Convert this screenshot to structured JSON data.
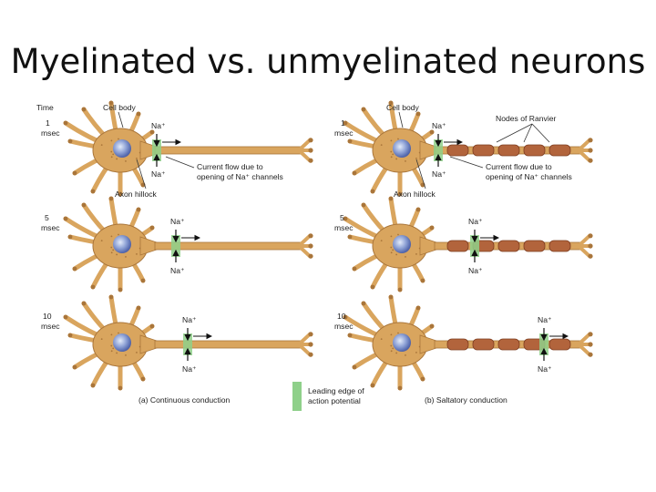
{
  "slide": {
    "title": "Myelinated vs. unmyelinated neurons"
  },
  "labels": {
    "time": "Time",
    "cell_body": "Cell body",
    "nodes_of_ranvier": "Nodes of Ranvier",
    "axon_hillock": "Axon hillock",
    "current_flow_1": "Current flow due to",
    "current_flow_2": "opening of Na⁺ channels",
    "na": "Na⁺",
    "msec": "msec",
    "t1": "1",
    "t5": "5",
    "t10": "10",
    "caption_a": "(a) Continuous conduction",
    "caption_b": "(b) Saltatory conduction",
    "legend_1": "Leading edge of",
    "legend_2": "action potential"
  },
  "colors": {
    "neuron": "#D9A55E",
    "neuron_dark": "#A9753A",
    "myelin": "#B2643C",
    "leading_edge": "#8FD08A",
    "nucleus": "#7A8FC8"
  }
}
